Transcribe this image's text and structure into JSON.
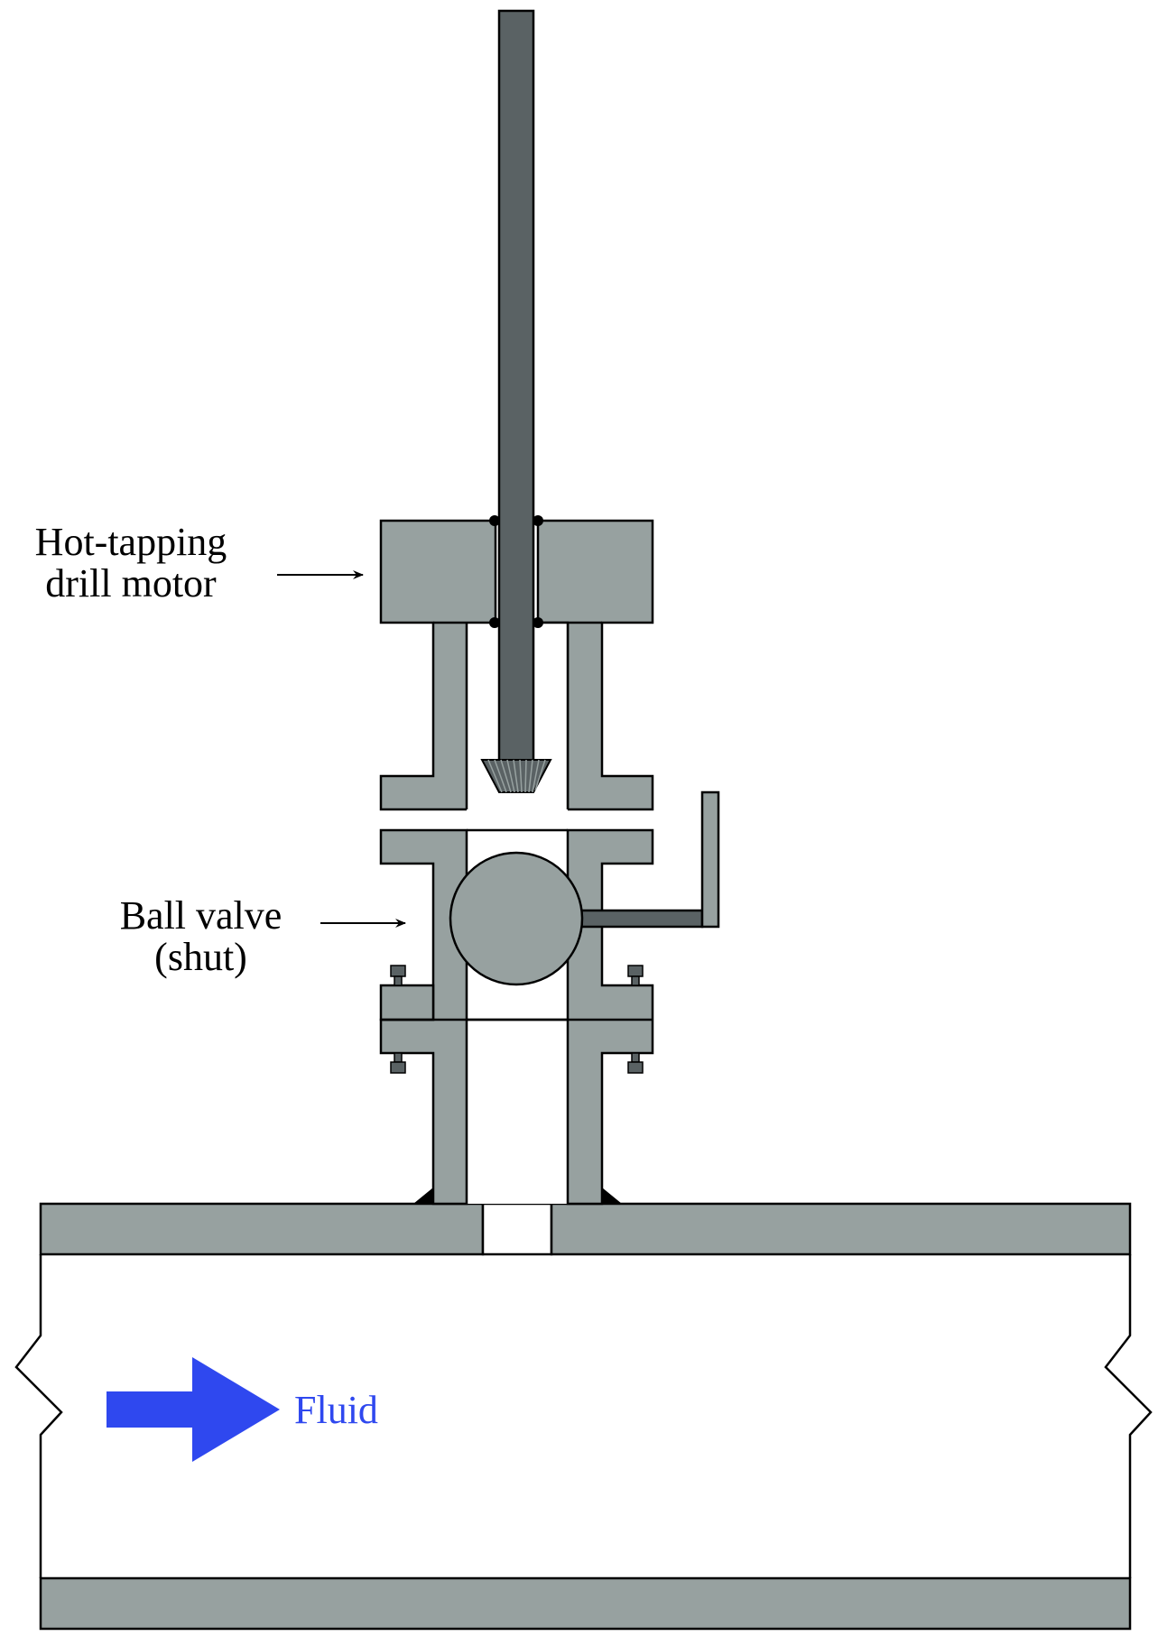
{
  "labels": {
    "drill_motor": [
      "Hot-tapping",
      "drill motor"
    ],
    "ball_valve": [
      "Ball valve",
      "(shut)"
    ],
    "fluid": "Fluid"
  },
  "colors": {
    "body_gray": "#97a1a0",
    "drill_gray": "#5a6264",
    "fluid_blue": "#2f48ef",
    "outline": "#000000"
  },
  "icons": {
    "flow_arrow": "flow-arrow-icon",
    "label_arrow": "pointer-arrow-icon"
  }
}
